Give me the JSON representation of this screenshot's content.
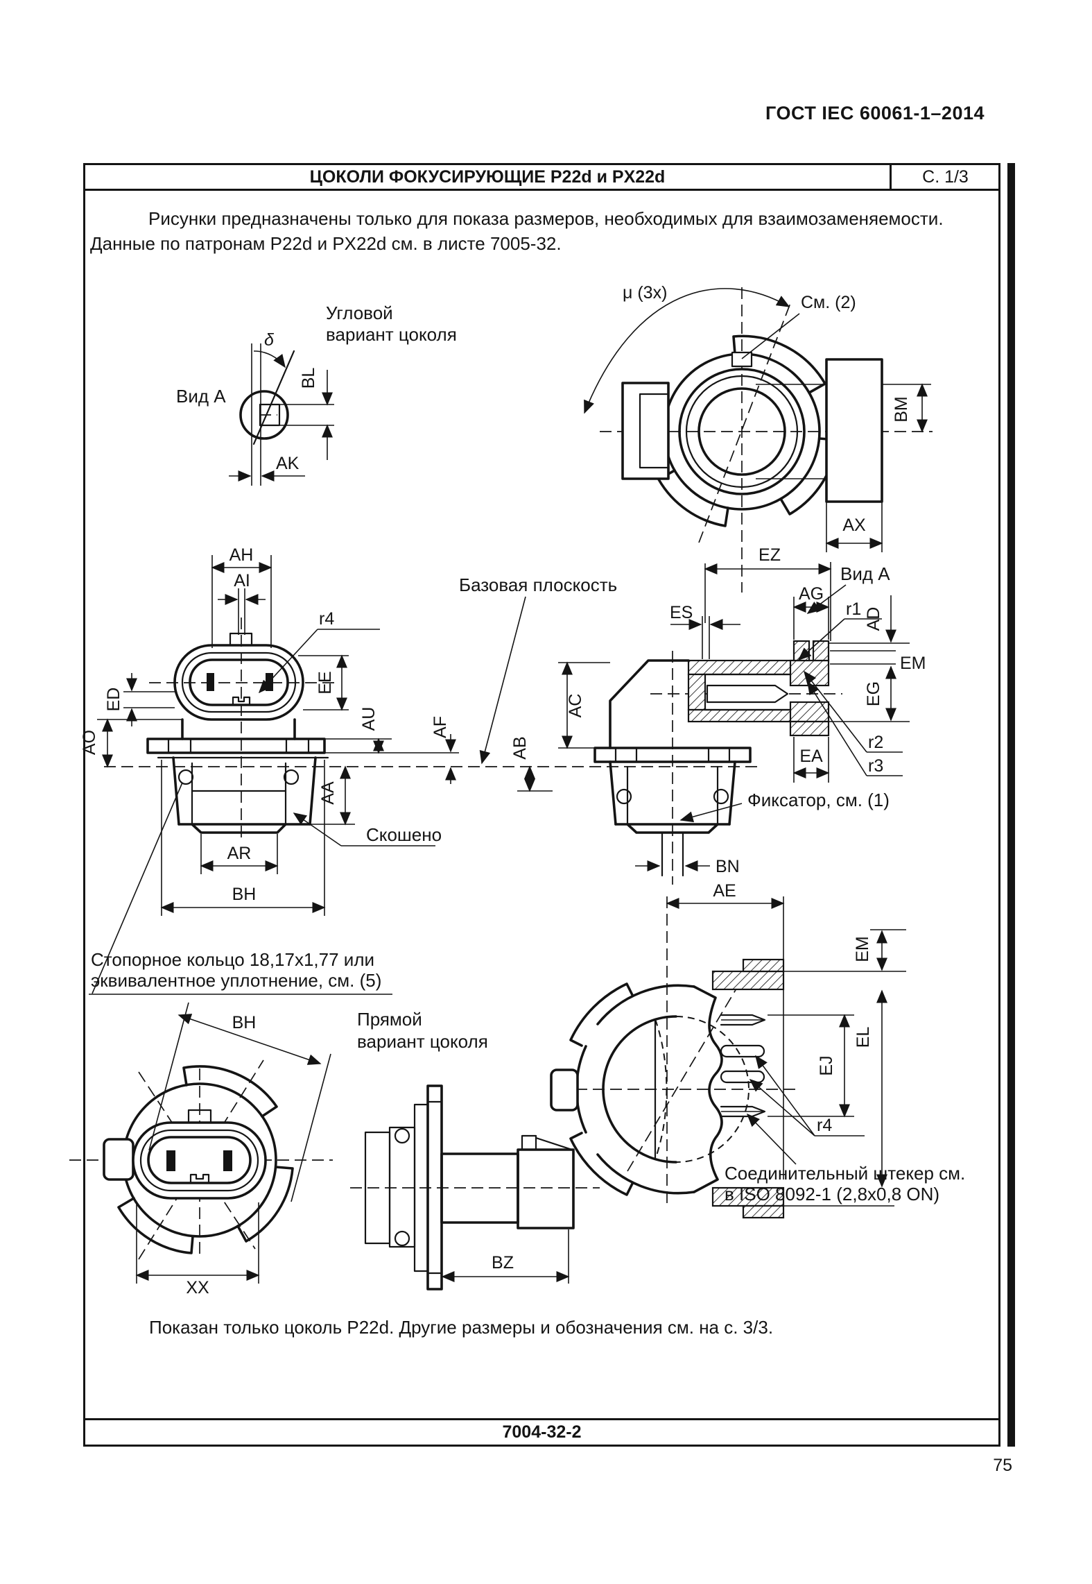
{
  "page": {
    "standard_header": "ГОСТ IEC 60061-1–2014",
    "page_number": "75"
  },
  "sheet": {
    "title": "ЦОКОЛИ ФОКУСИРУЮЩИЕ P22d и PX22d",
    "page_ref": "С. 1/3",
    "code": "7004-32-2"
  },
  "intro": {
    "line1": "Рисунки предназначены только для показа размеров, необходимых для взаимозаменяемости.",
    "line2": "Данные по патронам P22d и PX22d см. в листе 7005-32."
  },
  "footnote": "Показан только цоколь P22d. Другие размеры и обозначения см. на с. 3/3.",
  "annotations": {
    "view_a": "Вид А",
    "angular_variant_1": "Угловой",
    "angular_variant_2": "вариант цоколя",
    "straight_variant_1": "Прямой",
    "straight_variant_2": "вариант цоколя",
    "base_plane": "Базовая плоскость",
    "chamfered": "Скошено",
    "lock_ring_1": "Стопорное кольцо 18,17x1,77 или",
    "lock_ring_2": "эквивалентное уплотнение, см. (5)",
    "retainer": "Фиксатор, см. (1)",
    "connector_1": "Соединительный штекер см.",
    "connector_2": "в ISO 8092-1 (2,8x0,8 ON)",
    "see_note_2": "См. (2)",
    "mu_angle": "μ (3x)",
    "delta_angle": "δ"
  },
  "dims": {
    "AA": "AA",
    "AB": "AB",
    "AC": "AC",
    "AD": "AD",
    "AE": "AE",
    "AF": "AF",
    "AG": "AG",
    "AH": "AH",
    "AI": "AI",
    "AK": "AK",
    "AO": "AO",
    "AR": "AR",
    "AU": "AU",
    "AX": "AX",
    "BH": "BH",
    "BL": "BL",
    "BM": "BM",
    "BN": "BN",
    "BZ": "BZ",
    "EA": "EA",
    "ED": "ED",
    "EE": "EE",
    "EG": "EG",
    "EJ": "EJ",
    "EL": "EL",
    "EM": "EM",
    "ES": "ES",
    "EZ": "EZ",
    "XX": "XX",
    "r1": "r1",
    "r2": "r2",
    "r3": "r3",
    "r4": "r4"
  },
  "colors": {
    "ink": "#141414",
    "paper": "#ffffff"
  }
}
